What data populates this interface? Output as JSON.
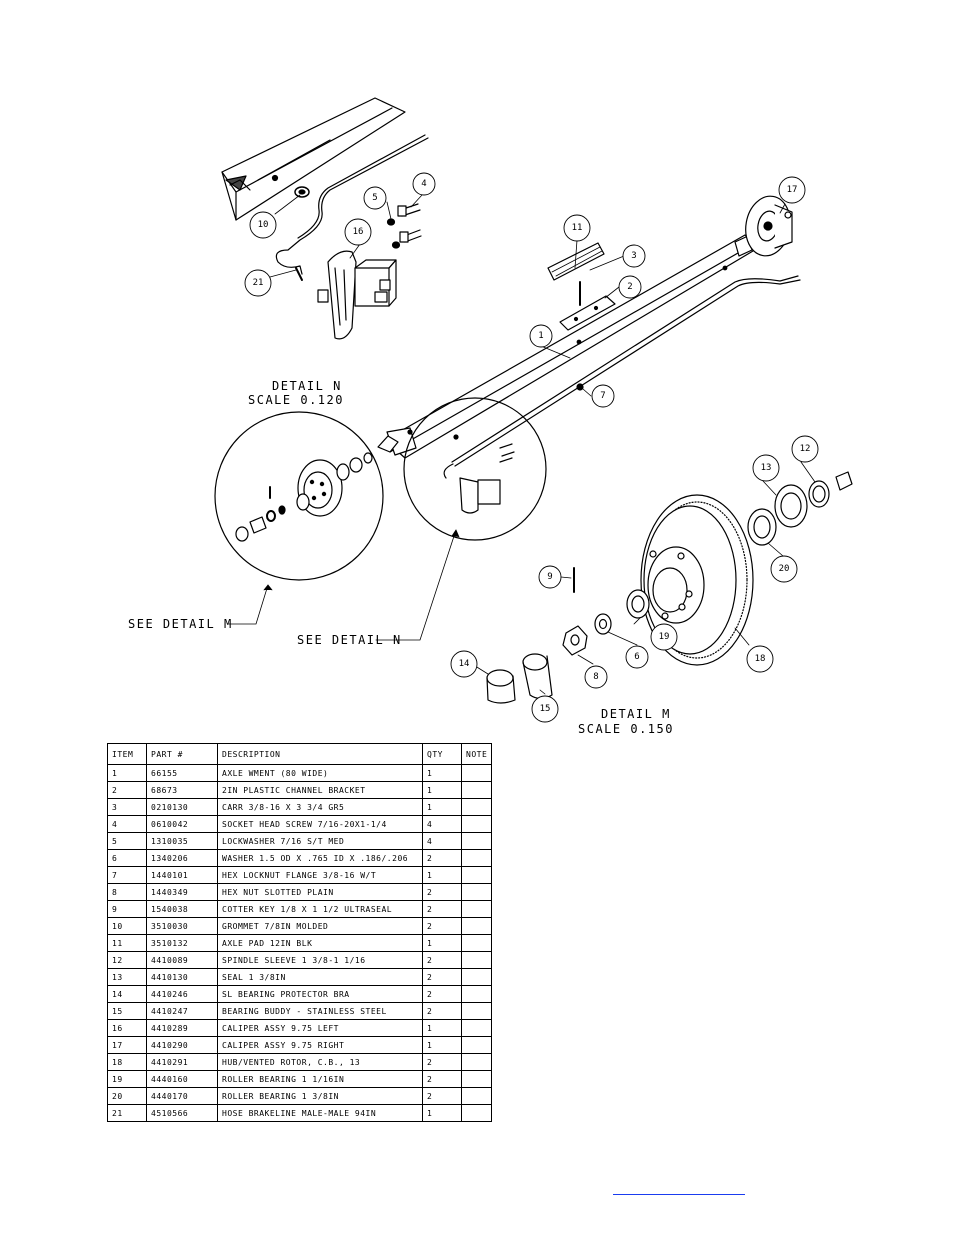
{
  "detail_n": {
    "title": "DETAIL  N",
    "scale": "SCALE  0.120",
    "callout": "SEE DETAIL  N"
  },
  "detail_m": {
    "title": "DETAIL  M",
    "scale": "SCALE  0.150",
    "callout": "SEE DETAIL  M"
  },
  "balloons": {
    "b1": "1",
    "b2": "2",
    "b3": "3",
    "b4": "4",
    "b5": "5",
    "b6": "6",
    "b7": "7",
    "b8": "8",
    "b9": "9",
    "b10": "10",
    "b11": "11",
    "b12": "12",
    "b13": "13",
    "b14": "14",
    "b15": "15",
    "b16": "16",
    "b17": "17",
    "b18": "18",
    "b19": "19",
    "b20": "20",
    "b21": "21"
  },
  "table": {
    "headers": {
      "item": "ITEM",
      "part": "PART #",
      "desc": "DESCRIPTION",
      "qty": "QTY",
      "note": "NOTE"
    },
    "rows": [
      {
        "item": "1",
        "part": "66155",
        "desc": "AXLE WMENT (80 WIDE)",
        "qty": "1",
        "note": ""
      },
      {
        "item": "2",
        "part": "68673",
        "desc": "2IN PLASTIC CHANNEL BRACKET",
        "qty": "1",
        "note": ""
      },
      {
        "item": "3",
        "part": "0210130",
        "desc": "CARR 3/8-16 X 3 3/4 GR5",
        "qty": "1",
        "note": ""
      },
      {
        "item": "4",
        "part": "0610042",
        "desc": "SOCKET HEAD SCREW 7/16-20X1-1/4",
        "qty": "4",
        "note": ""
      },
      {
        "item": "5",
        "part": "1310035",
        "desc": "LOCKWASHER 7/16 S/T MED",
        "qty": "4",
        "note": ""
      },
      {
        "item": "6",
        "part": "1340206",
        "desc": "WASHER 1.5 OD X .765 ID X .186/.206",
        "qty": "2",
        "note": ""
      },
      {
        "item": "7",
        "part": "1440101",
        "desc": "HEX LOCKNUT FLANGE 3/8-16 W/T",
        "qty": "1",
        "note": ""
      },
      {
        "item": "8",
        "part": "1440349",
        "desc": "HEX NUT SLOTTED PLAIN",
        "qty": "2",
        "note": ""
      },
      {
        "item": "9",
        "part": "1540038",
        "desc": "COTTER KEY 1/8 X 1 1/2 ULTRASEAL",
        "qty": "2",
        "note": ""
      },
      {
        "item": "10",
        "part": "3510030",
        "desc": "GROMMET  7/8IN MOLDED",
        "qty": "2",
        "note": ""
      },
      {
        "item": "11",
        "part": "3510132",
        "desc": "AXLE PAD 12IN  BLK",
        "qty": "1",
        "note": ""
      },
      {
        "item": "12",
        "part": "4410089",
        "desc": "SPINDLE SLEEVE  1 3/8-1 1/16",
        "qty": "2",
        "note": ""
      },
      {
        "item": "13",
        "part": "4410130",
        "desc": "SEAL  1 3/8IN",
        "qty": "2",
        "note": ""
      },
      {
        "item": "14",
        "part": "4410246",
        "desc": "SL BEARING PROTECTOR BRA",
        "qty": "2",
        "note": ""
      },
      {
        "item": "15",
        "part": "4410247",
        "desc": "BEARING BUDDY - STAINLESS STEEL",
        "qty": "2",
        "note": ""
      },
      {
        "item": "16",
        "part": "4410289",
        "desc": "CALIPER ASSY 9.75 LEFT",
        "qty": "1",
        "note": ""
      },
      {
        "item": "17",
        "part": "4410290",
        "desc": "CALIPER ASSY 9.75 RIGHT",
        "qty": "1",
        "note": ""
      },
      {
        "item": "18",
        "part": "4410291",
        "desc": "HUB/VENTED ROTOR, C.B.,  13",
        "qty": "2",
        "note": ""
      },
      {
        "item": "19",
        "part": "4440160",
        "desc": "ROLLER BEARING   1 1/16IN",
        "qty": "2",
        "note": ""
      },
      {
        "item": "20",
        "part": "4440170",
        "desc": "ROLLER BEARING   1 3/8IN",
        "qty": "2",
        "note": ""
      },
      {
        "item": "21",
        "part": "4510566",
        "desc": "HOSE BRAKELINE MALE-MALE 94IN",
        "qty": "1",
        "note": ""
      }
    ]
  }
}
